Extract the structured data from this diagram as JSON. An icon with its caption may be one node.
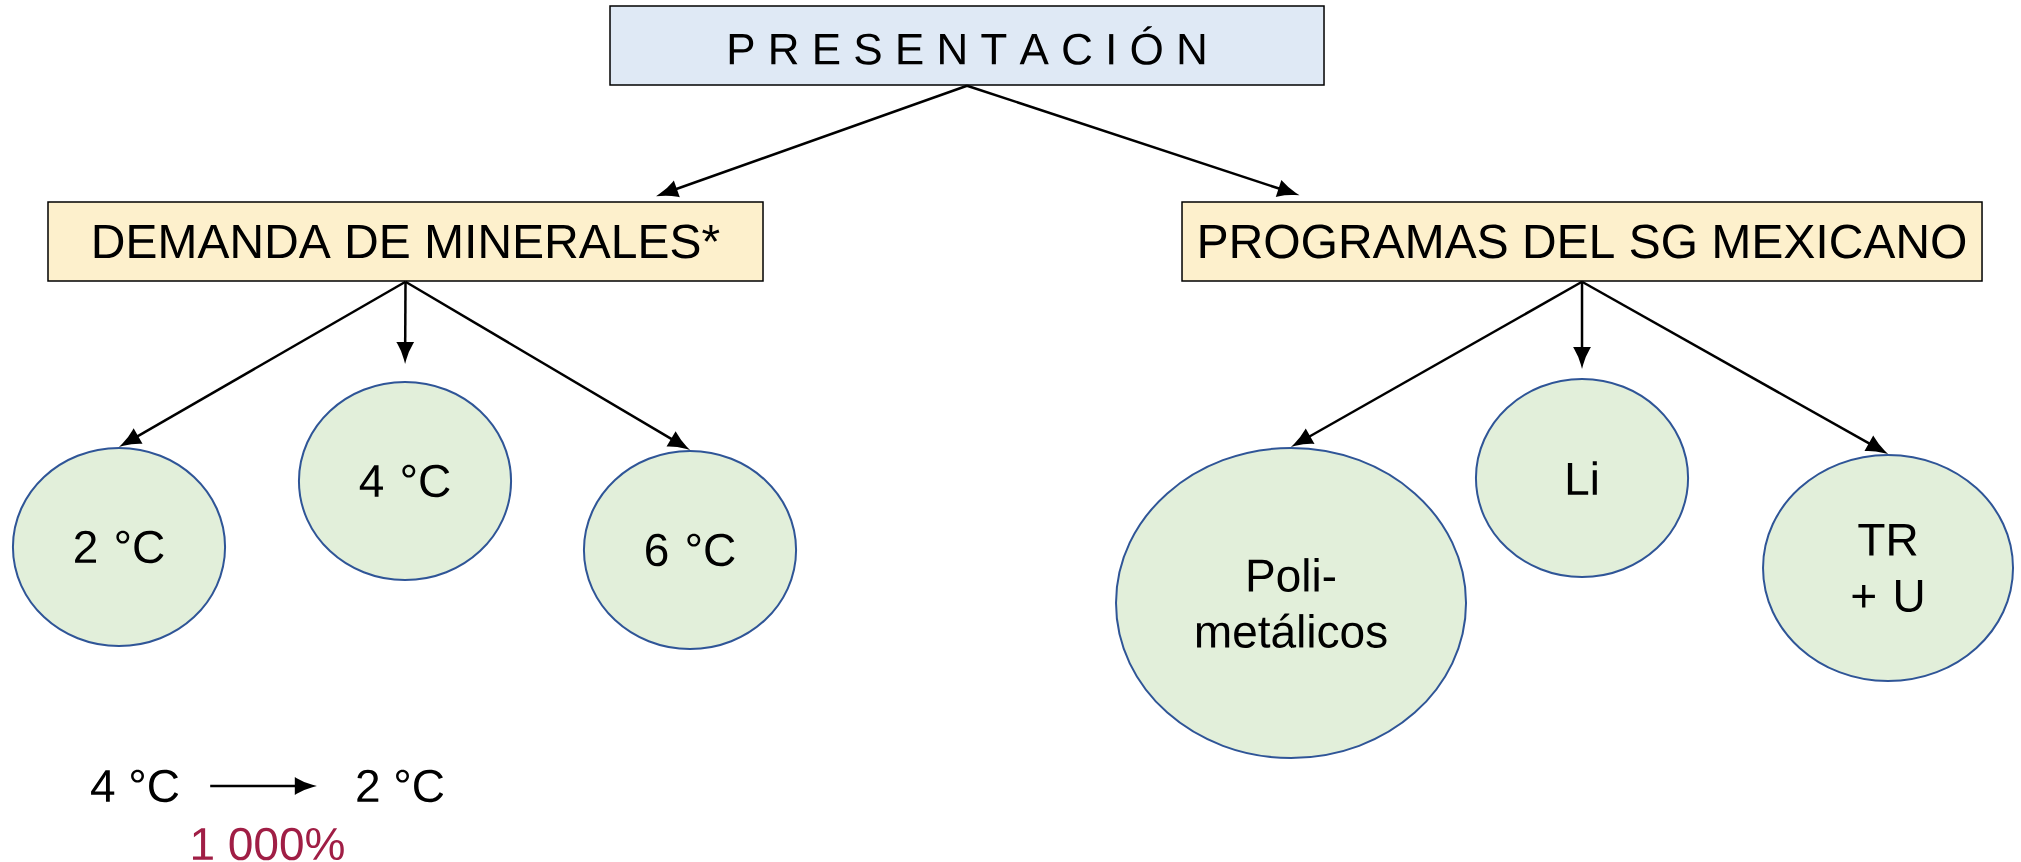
{
  "diagram": {
    "nodes": [
      {
        "text": [
          "P R E S E N T A C I Ó N"
        ]
      },
      {
        "text": [
          "DEMANDA DE MINERALES*"
        ]
      },
      {
        "text": [
          "PROGRAMAS DEL SG MEXICANO"
        ]
      },
      {
        "text": [
          "2 °C"
        ]
      },
      {
        "text": [
          "4 °C"
        ]
      },
      {
        "text": [
          "6 °C"
        ]
      },
      {
        "text": [
          "Poli-metálicos"
        ]
      },
      {
        "text": [
          "Li"
        ]
      },
      {
        "text": [
          "TR + U"
        ]
      },
      {
        "text": [
          "4 °C"
        ]
      },
      {
        "text": [
          "2 °C"
        ]
      }
    ],
    "edges": [
      {
        "from": 0,
        "to": 1,
        "arrow": "to"
      },
      {
        "from": 0,
        "to": 2,
        "arrow": "to"
      },
      {
        "from": 1,
        "to": 3,
        "arrow": "to"
      },
      {
        "from": 1,
        "to": 4,
        "arrow": "to"
      },
      {
        "from": 1,
        "to": 5,
        "arrow": "to"
      },
      {
        "from": 2,
        "to": 6,
        "arrow": "to"
      },
      {
        "from": 2,
        "to": 7,
        "arrow": "to"
      },
      {
        "from": 2,
        "to": 8,
        "arrow": "to"
      },
      {
        "from": 9,
        "to": 10,
        "arrow": "to",
        "label": "1 000%"
      }
    ]
  }
}
